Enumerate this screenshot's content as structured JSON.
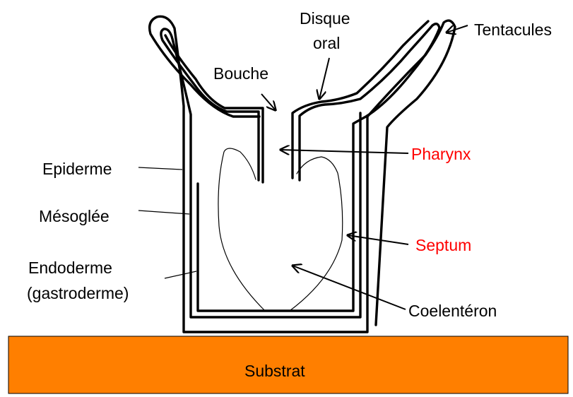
{
  "colors": {
    "substrate_fill": "#FF7F00",
    "highlight_text": "#FF0000",
    "default_text": "#000000"
  },
  "labels": {
    "tentacules": "Tentacules",
    "disque_line1": "Disque",
    "disque_line2": "oral",
    "bouche": "Bouche",
    "pharynx": "Pharynx",
    "epiderme": "Epiderme",
    "mesoglee": "Mésoglée",
    "septum": "Septum",
    "endoderme_line1": "Endoderme",
    "endoderme_line2": "(gastroderme)",
    "coelenteron": "Coelentéron",
    "substrat": "Substrat"
  }
}
